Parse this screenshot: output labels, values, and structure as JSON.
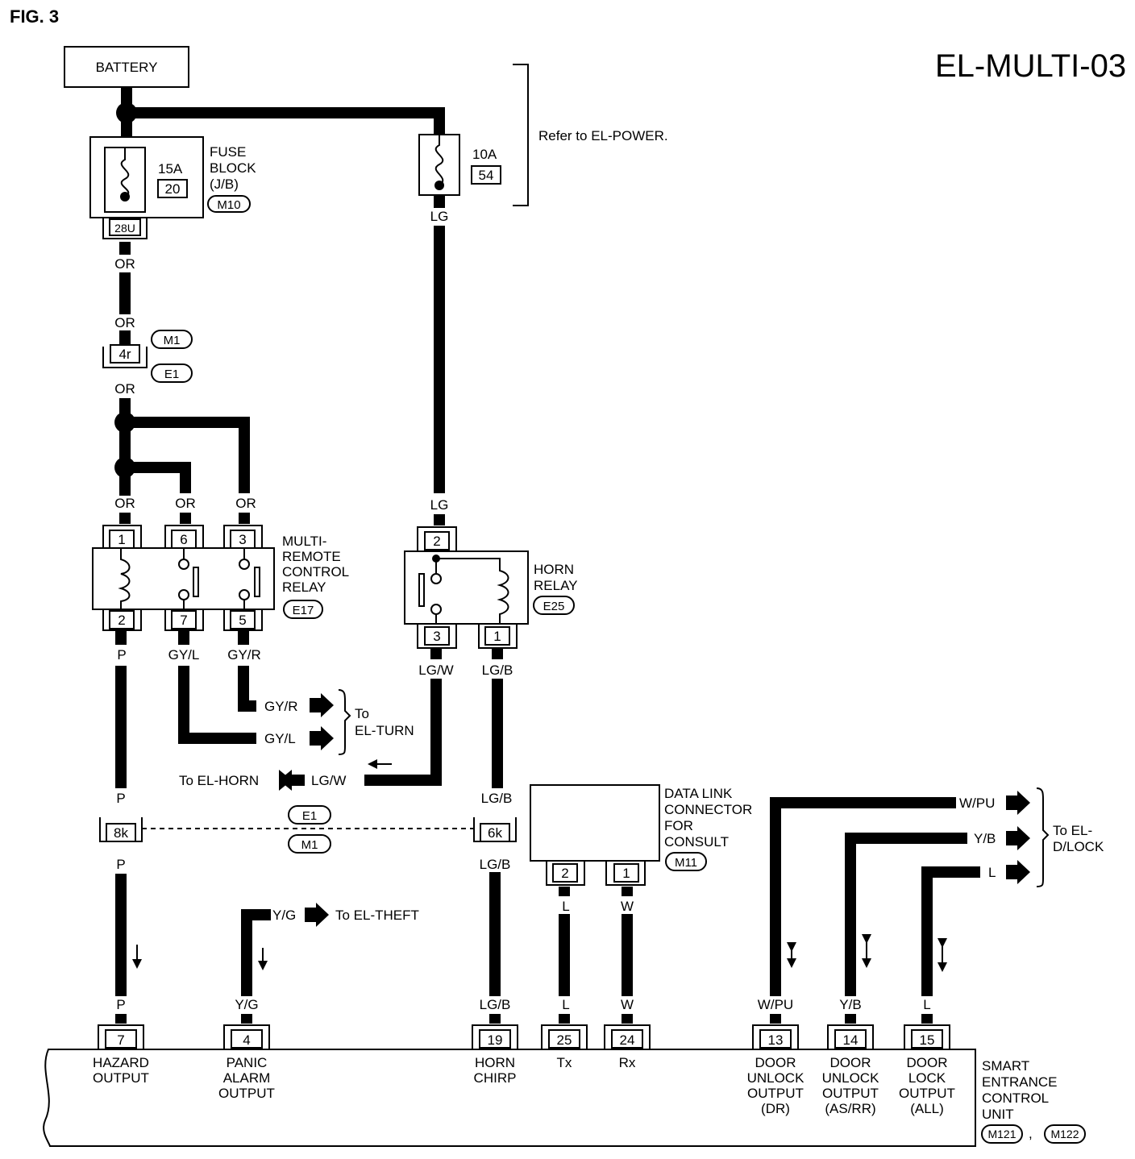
{
  "fig_label": "FIG. 3",
  "page_code": "EL-MULTI-03",
  "battery": "BATTERY",
  "refer_power": "Refer to EL-POWER.",
  "fuse_block": {
    "line1": "FUSE",
    "line2": "BLOCK",
    "line3": "(J/B)",
    "conn": "M10",
    "amps": "15A",
    "num": "20",
    "terminal": "28U"
  },
  "fuse_10a": {
    "amps": "10A",
    "num": "54"
  },
  "joint_connector": {
    "terminal": "4r",
    "upper": "M1",
    "lower": "E1"
  },
  "multi_relay": {
    "line1": "MULTI-",
    "line2": "REMOTE",
    "line3": "CONTROL",
    "line4": "RELAY",
    "conn": "E17",
    "pins_top": [
      "1",
      "6",
      "3"
    ],
    "pins_bottom": [
      "2",
      "7",
      "5"
    ]
  },
  "horn_relay": {
    "line1": "HORN",
    "line2": "RELAY",
    "conn": "E25",
    "pins_top": [
      "2"
    ],
    "pins_bottom": [
      "3",
      "1"
    ]
  },
  "data_link": {
    "line1": "DATA LINK",
    "line2": "CONNECTOR",
    "line3": "FOR",
    "line4": "CONSULT",
    "conn": "M11",
    "pins": [
      "2",
      "1"
    ]
  },
  "inline_connector": {
    "left": "8k",
    "right": "6k",
    "upper": "E1",
    "lower": "M1"
  },
  "wire_colors": {
    "or": "OR",
    "lg": "LG",
    "p": "P",
    "gyl": "GY/L",
    "gyr": "GY/R",
    "lgw": "LG/W",
    "lgb": "LG/B",
    "yg": "Y/G",
    "l": "L",
    "w": "W",
    "wpu": "W/PU",
    "yb": "Y/B"
  },
  "destinations": {
    "turn_line1": "To",
    "turn_line2": "EL-TURN",
    "horn": "To EL-HORN",
    "theft": "To EL-THEFT",
    "dlock_line1": "To EL-",
    "dlock_line2": "D/LOCK"
  },
  "control_unit": {
    "line1": "SMART",
    "line2": "ENTRANCE",
    "line3": "CONTROL",
    "line4": "UNIT",
    "conn1": "M121",
    "conn2": "M122",
    "sep": ",",
    "pins": [
      {
        "num": "7",
        "lines": [
          "HAZARD",
          "OUTPUT"
        ]
      },
      {
        "num": "4",
        "lines": [
          "PANIC",
          "ALARM",
          "OUTPUT"
        ]
      },
      {
        "num": "19",
        "lines": [
          "HORN",
          "CHIRP"
        ]
      },
      {
        "num": "25",
        "lines": [
          "Tx"
        ]
      },
      {
        "num": "24",
        "lines": [
          "Rx"
        ]
      },
      {
        "num": "13",
        "lines": [
          "DOOR",
          "UNLOCK",
          "OUTPUT",
          "(DR)"
        ]
      },
      {
        "num": "14",
        "lines": [
          "DOOR",
          "UNLOCK",
          "OUTPUT",
          "(AS/RR)"
        ]
      },
      {
        "num": "15",
        "lines": [
          "DOOR",
          "LOCK",
          "OUTPUT",
          "(ALL)"
        ]
      }
    ]
  }
}
